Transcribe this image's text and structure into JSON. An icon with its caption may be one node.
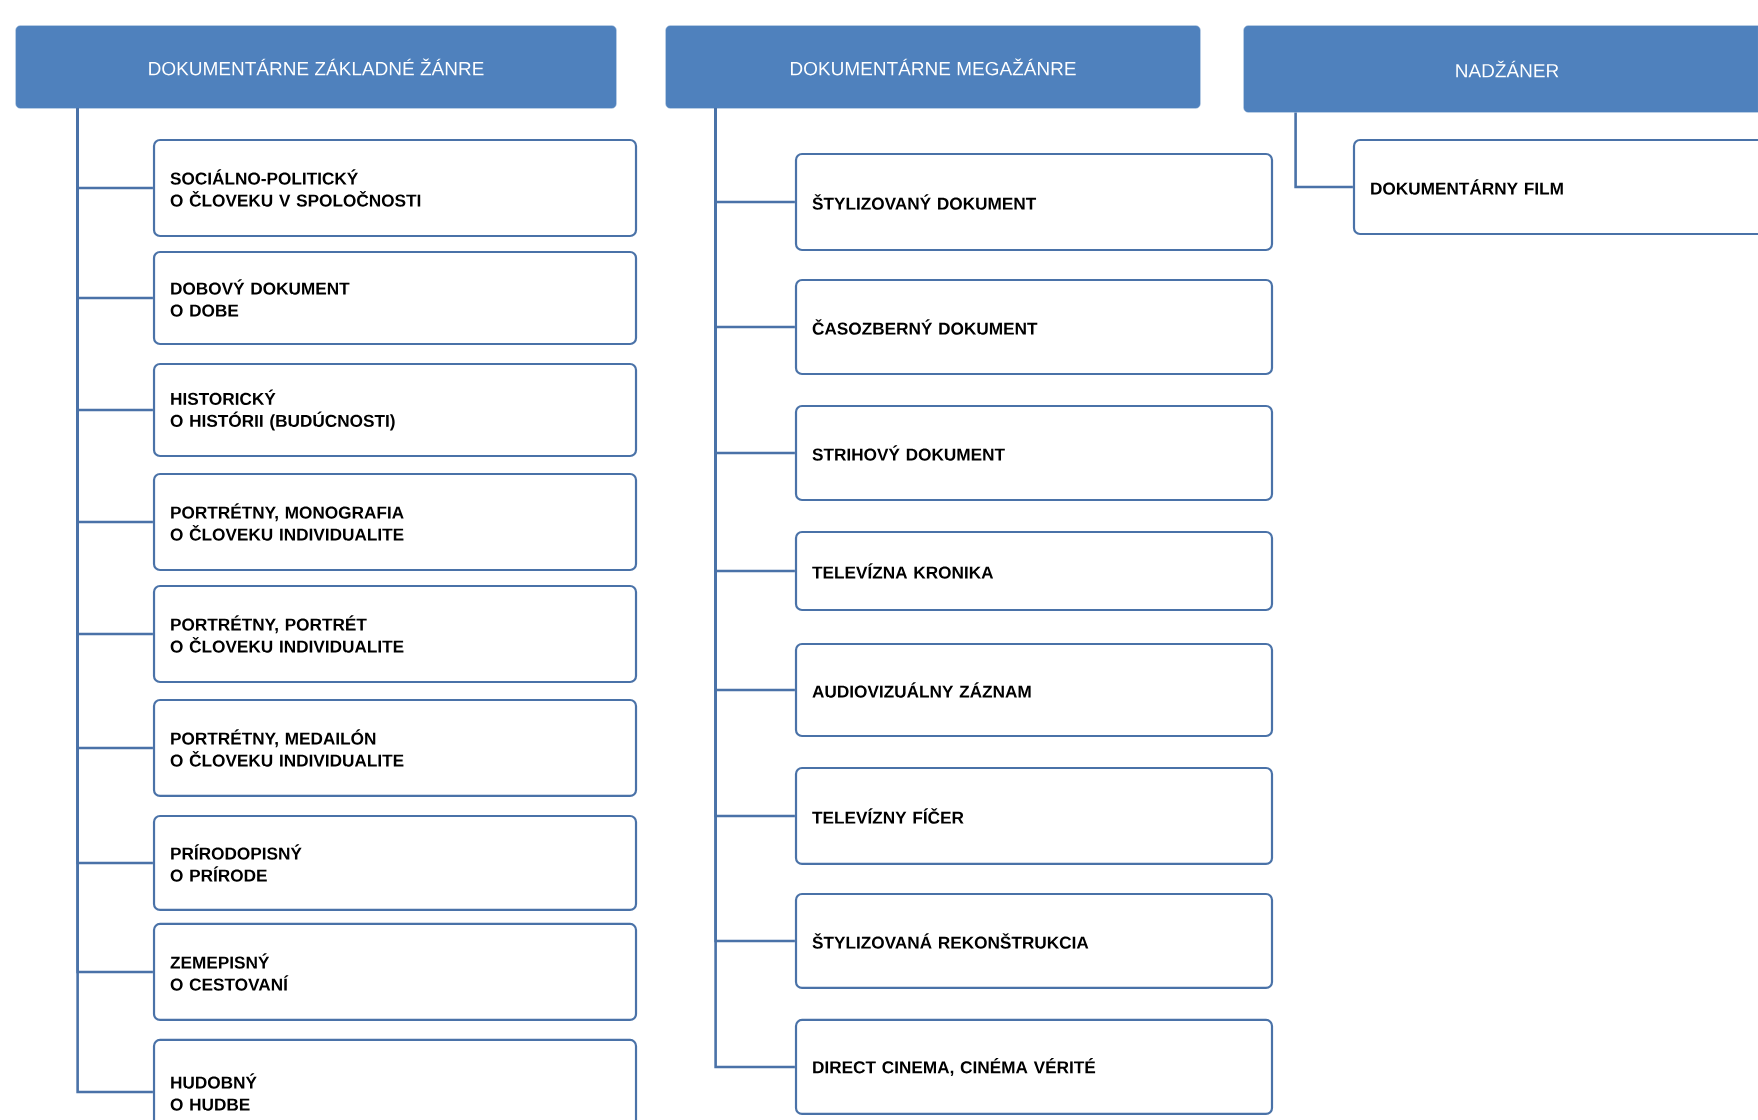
{
  "diagram": {
    "nodes": [
      {
        "text": [
          "DOKUMENTÁRNE ZÁKLADNÉ ŽÁNRE"
        ]
      },
      {
        "text": [
          "SOCIÁLNO-POLITICKÝ",
          "O ČLOVEKU V SPOLOČNOSTI"
        ]
      },
      {
        "text": [
          "DOBOVÝ DOKUMENT",
          "O DOBE"
        ]
      },
      {
        "text": [
          "HISTORICKÝ",
          "O HISTÓRII (BUDÚCNOSTI)"
        ]
      },
      {
        "text": [
          "PORTRÉTNY, MONOGRAFIA",
          "O ČLOVEKU INDIVIDUALITE"
        ]
      },
      {
        "text": [
          "PORTRÉTNY, PORTRÉT",
          "O ČLOVEKU INDIVIDUALITE"
        ]
      },
      {
        "text": [
          "PORTRÉTNY, MEDAILÓN",
          "O ČLOVEKU INDIVIDUALITE"
        ]
      },
      {
        "text": [
          "PRÍRODOPISNÝ",
          "O PRÍRODE"
        ]
      },
      {
        "text": [
          "ZEMEPISNÝ",
          "O CESTOVANÍ"
        ]
      },
      {
        "text": [
          "HUDOBNÝ",
          "O HUDBE"
        ]
      },
      {
        "text": [
          "DOKUMENTÁRNE MEGAŽÁNRE"
        ]
      },
      {
        "text": [
          "ŠTYLIZOVANÝ DOKUMENT"
        ]
      },
      {
        "text": [
          "ČASOZBERNÝ DOKUMENT"
        ]
      },
      {
        "text": [
          "STRIHOVÝ DOKUMENT"
        ]
      },
      {
        "text": [
          "TELEVÍZNA KRONIKA"
        ]
      },
      {
        "text": [
          "AUDIOVIZUÁLNY ZÁZNAM"
        ]
      },
      {
        "text": [
          "TELEVÍZNY FÍČER"
        ]
      },
      {
        "text": [
          "ŠTYLIZOVANÁ REKONŠTRUKCIA"
        ]
      },
      {
        "text": [
          "DIRECT CINEMA, CINÉMA VÉRITÉ"
        ]
      },
      {
        "text": [
          "NADŽÁNER"
        ]
      },
      {
        "text": [
          "DOKUMENTÁRNY FILM"
        ]
      }
    ],
    "edges": [
      {
        "from": 0,
        "to": 1,
        "arrow": "none"
      },
      {
        "from": 0,
        "to": 2,
        "arrow": "none"
      },
      {
        "from": 0,
        "to": 3,
        "arrow": "none"
      },
      {
        "from": 0,
        "to": 4,
        "arrow": "none"
      },
      {
        "from": 0,
        "to": 5,
        "arrow": "none"
      },
      {
        "from": 0,
        "to": 6,
        "arrow": "none"
      },
      {
        "from": 0,
        "to": 7,
        "arrow": "none"
      },
      {
        "from": 0,
        "to": 8,
        "arrow": "none"
      },
      {
        "from": 0,
        "to": 9,
        "arrow": "none"
      },
      {
        "from": 10,
        "to": 11,
        "arrow": "none"
      },
      {
        "from": 10,
        "to": 12,
        "arrow": "none"
      },
      {
        "from": 10,
        "to": 13,
        "arrow": "none"
      },
      {
        "from": 10,
        "to": 14,
        "arrow": "none"
      },
      {
        "from": 10,
        "to": 15,
        "arrow": "none"
      },
      {
        "from": 10,
        "to": 16,
        "arrow": "none"
      },
      {
        "from": 10,
        "to": 17,
        "arrow": "none"
      },
      {
        "from": 10,
        "to": 18,
        "arrow": "none"
      },
      {
        "from": 19,
        "to": 20,
        "arrow": "none"
      }
    ]
  }
}
